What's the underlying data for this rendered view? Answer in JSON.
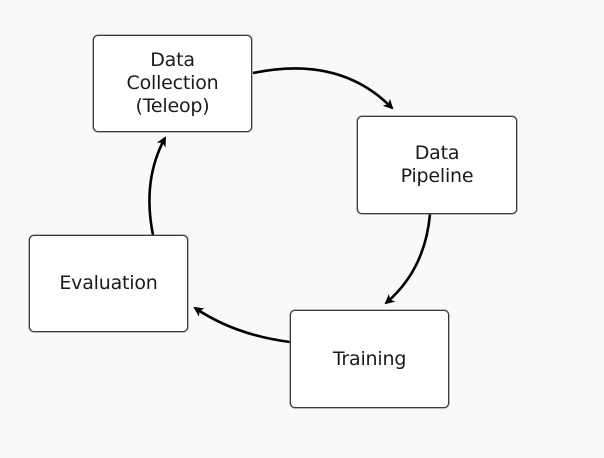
{
  "diagram": {
    "type": "cycle",
    "nodes": [
      {
        "id": "data-collection",
        "label": "Data\nCollection\n(Teleop)"
      },
      {
        "id": "data-pipeline",
        "label": "Data\nPipeline"
      },
      {
        "id": "training",
        "label": "Training"
      },
      {
        "id": "evaluation",
        "label": "Evaluation"
      }
    ],
    "edges": [
      {
        "from": "data-collection",
        "to": "data-pipeline"
      },
      {
        "from": "data-pipeline",
        "to": "training"
      },
      {
        "from": "training",
        "to": "evaluation"
      },
      {
        "from": "evaluation",
        "to": "data-collection"
      }
    ],
    "colors": {
      "background": "#f8f9fa",
      "node_fill": "#ffffff",
      "node_border": "#3a3a3a",
      "arrow": "#000000",
      "text": "#1a1a1a"
    }
  }
}
